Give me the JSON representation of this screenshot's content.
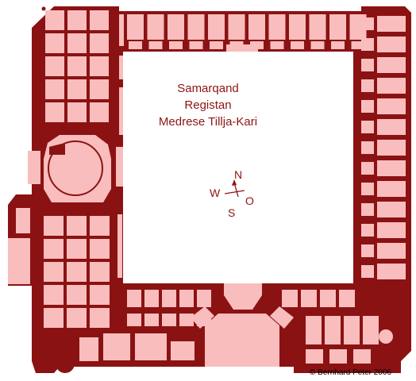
{
  "title_lines": [
    "Samarqand",
    "Registan",
    "Medrese Tillja-Kari"
  ],
  "compass": {
    "n": "N",
    "s": "S",
    "w": "W",
    "o": "O"
  },
  "credit": "© Bernhard Peter 2006",
  "colors": {
    "wall": "#8b1213",
    "room": "#f9bdbd",
    "courtyard": "#ffffff",
    "text": "#8f1414"
  }
}
